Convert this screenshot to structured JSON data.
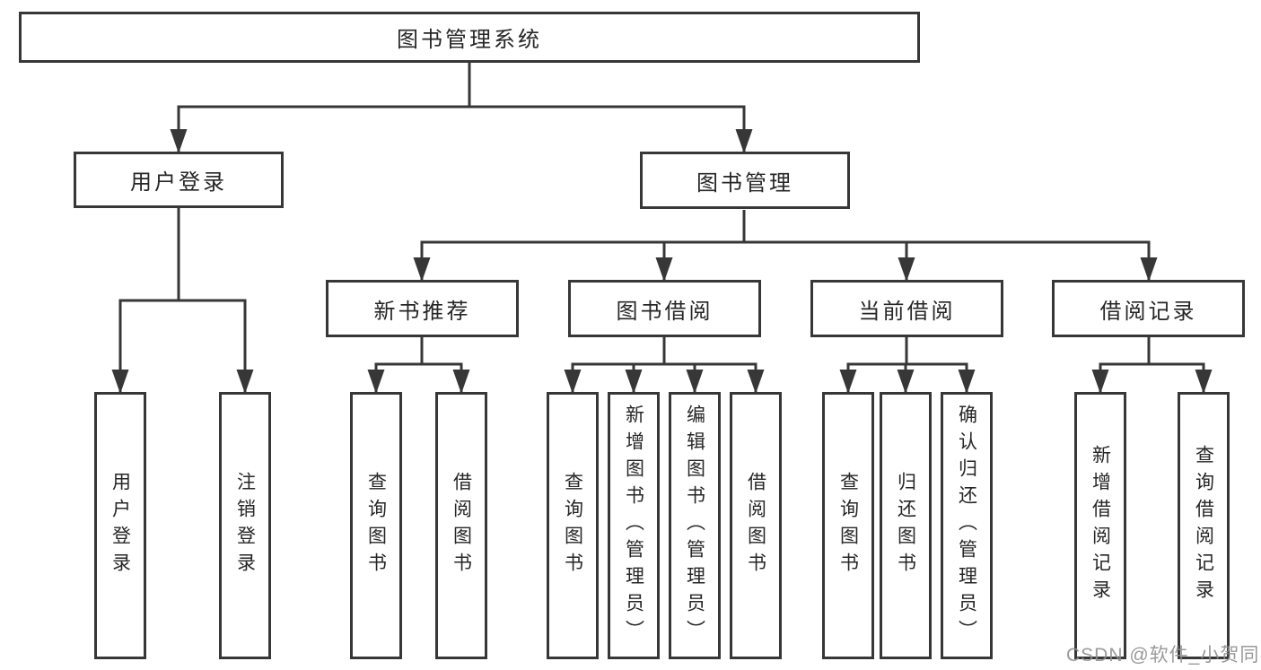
{
  "diagram": {
    "root": {
      "label": "图书管理系统"
    },
    "level2": [
      {
        "label": "用户登录"
      },
      {
        "label": "图书管理"
      }
    ],
    "level3": [
      {
        "label": "新书推荐",
        "parent": "图书管理"
      },
      {
        "label": "图书借阅",
        "parent": "图书管理"
      },
      {
        "label": "当前借阅",
        "parent": "图书管理"
      },
      {
        "label": "借阅记录",
        "parent": "图书管理"
      }
    ],
    "leaves": [
      {
        "label": "用户登录",
        "parent": "用户登录"
      },
      {
        "label": "注销登录",
        "parent": "用户登录"
      },
      {
        "label": "查询图书",
        "parent": "新书推荐"
      },
      {
        "label": "借阅图书",
        "parent": "新书推荐"
      },
      {
        "label": "查询图书",
        "parent": "图书借阅"
      },
      {
        "label": "新增图书（管理员）",
        "parent": "图书借阅"
      },
      {
        "label": "编辑图书（管理员）",
        "parent": "图书借阅"
      },
      {
        "label": "借阅图书",
        "parent": "图书借阅"
      },
      {
        "label": "查询图书",
        "parent": "当前借阅"
      },
      {
        "label": "归还图书",
        "parent": "当前借阅"
      },
      {
        "label": "确认归还（管理员）",
        "parent": "当前借阅"
      },
      {
        "label": "新增借阅记录",
        "parent": "借阅记录"
      },
      {
        "label": "查询借阅记录",
        "parent": "借阅记录"
      }
    ],
    "watermark": "CSDN @软件_小贺同学",
    "colors": {
      "line": "#373737",
      "text": "#262626",
      "watermark": "#8f8f8f",
      "background": "#ffffff"
    }
  }
}
